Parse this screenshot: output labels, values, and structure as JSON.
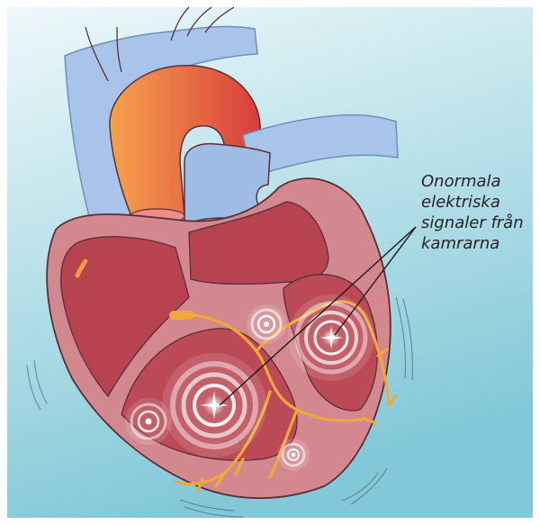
{
  "annotation": {
    "lines": [
      "Onormala",
      "elektriska",
      "signaler från",
      "kamrarna"
    ]
  },
  "colors": {
    "background_top": "#e9f6f8",
    "background_bottom": "#7fc7d7",
    "vein_blue": "#a8c3ea",
    "aorta_orange": "#f29a45",
    "aorta_red": "#d9453d",
    "heart_wall": "#cf7f86",
    "chamber": "#b84452",
    "conduction_path": "#f0a83a",
    "outline": "#5a2f35"
  },
  "icons": [
    "signal-burst-icon",
    "conduction-system-icon"
  ]
}
